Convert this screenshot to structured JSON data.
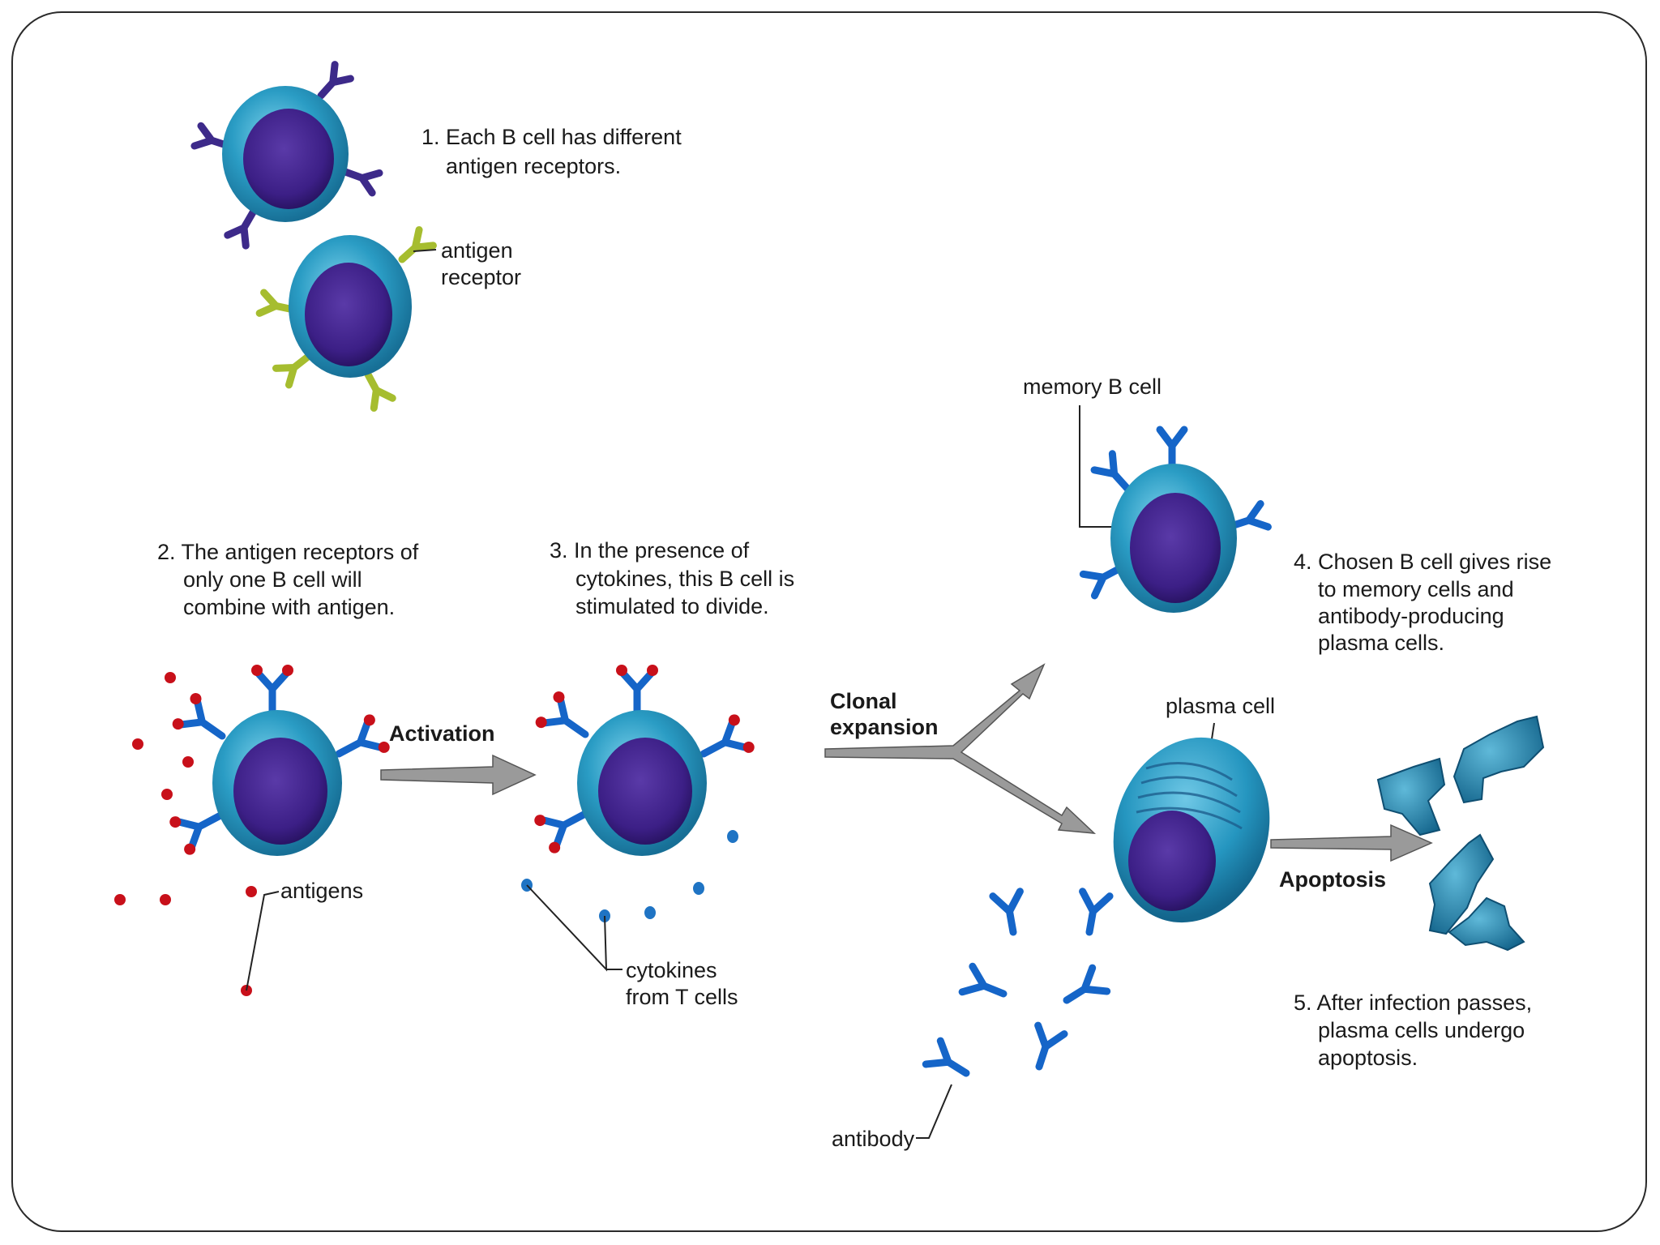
{
  "steps": {
    "step1": [
      "1. Each B cell has different",
      "antigen receptors."
    ],
    "step2": [
      "2. The antigen receptors of",
      "only one B cell will",
      "combine with antigen."
    ],
    "step3": [
      "3. In the presence of",
      "cytokines, this B cell is",
      "stimulated to divide."
    ],
    "step4": [
      "4. Chosen B cell gives rise",
      "to memory cells and",
      "antibody-producing",
      "plasma cells."
    ],
    "step5": [
      "5. After infection passes,",
      "plasma cells undergo",
      "apoptosis."
    ]
  },
  "labels": {
    "antigen_receptor": [
      "antigen",
      "receptor"
    ],
    "antigens": "antigens",
    "cytokines": [
      "cytokines",
      "from T cells"
    ],
    "memory_b_cell": "memory B cell",
    "plasma_cell": "plasma cell",
    "antibody": "antibody"
  },
  "process": {
    "activation": "Activation",
    "clonal_expansion": [
      "Clonal",
      "expansion"
    ],
    "apoptosis": "Apoptosis"
  },
  "colors": {
    "cell_membrane": "#2a9cc4",
    "cell_nucleus": "#3c1f86",
    "receptor_purple": "#3d2a8a",
    "receptor_green": "#a6bd2f",
    "receptor_blue": "#1565c8",
    "antigen_red": "#c8101a",
    "cytokine_blue": "#1f74c4",
    "arrow_gray": "#9a9a9a"
  }
}
